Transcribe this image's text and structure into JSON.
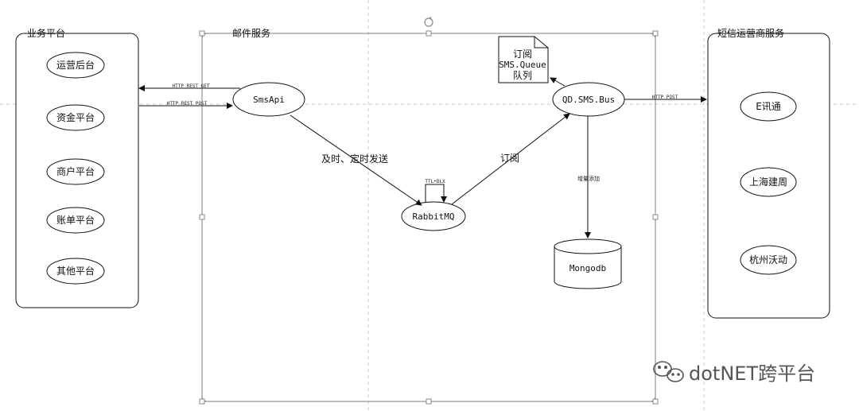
{
  "groups": {
    "business": "业务平台",
    "mail": "邮件服务",
    "sms_provider": "短信运营商服务"
  },
  "business_nodes": [
    "运营后台",
    "资金平台",
    "商户平台",
    "账单平台",
    "其他平台"
  ],
  "provider_nodes": [
    "E讯通",
    "上海建周",
    "杭州沃动"
  ],
  "mail_nodes": {
    "smsapi": "SmsApi",
    "rabbitmq": "RabbitMQ",
    "bus": "QD.SMS.Bus",
    "mongodb": "Mongodb",
    "queue_doc": [
      "订阅",
      "SMS.Queue",
      "队列"
    ]
  },
  "edges": {
    "http_get": "HTTP REST GET",
    "http_post": "HTTP REST POST",
    "send": "及时、定时发送",
    "ttl": "TTL+DLX",
    "subscribe": "订阅",
    "incremental": "增量添加",
    "http_post_provider": "HTTP POST"
  },
  "watermark": "dotNET跨平台",
  "colors": {
    "stroke": "#111111",
    "guide": "#bbbbbb",
    "handle": "#888888"
  }
}
